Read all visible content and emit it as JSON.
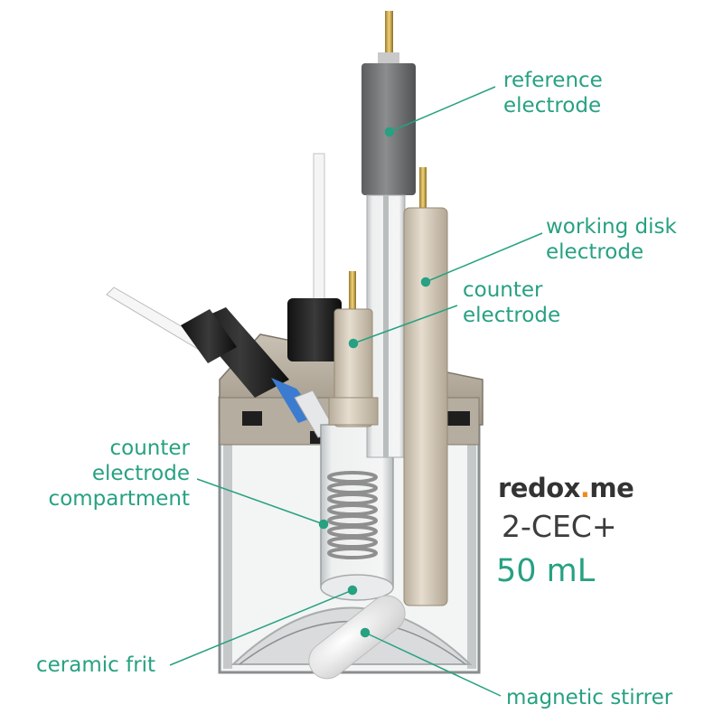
{
  "labels": {
    "reference": [
      "reference",
      "electrode"
    ],
    "working": [
      "working disk",
      "electrode"
    ],
    "counter": [
      "counter",
      "electrode"
    ],
    "compartment": [
      "counter",
      "electrode",
      "compartment"
    ],
    "frit": "ceramic frit",
    "stirrer": "magnetic stirrer"
  },
  "brand": {
    "name_a": "redox",
    "name_dot": ".",
    "name_b": "me",
    "model": "2-CEC+",
    "volume": "50 mL"
  },
  "colors": {
    "accent": "#27a182",
    "brand_dot": "#f08a1c",
    "text_dark": "#333333"
  }
}
